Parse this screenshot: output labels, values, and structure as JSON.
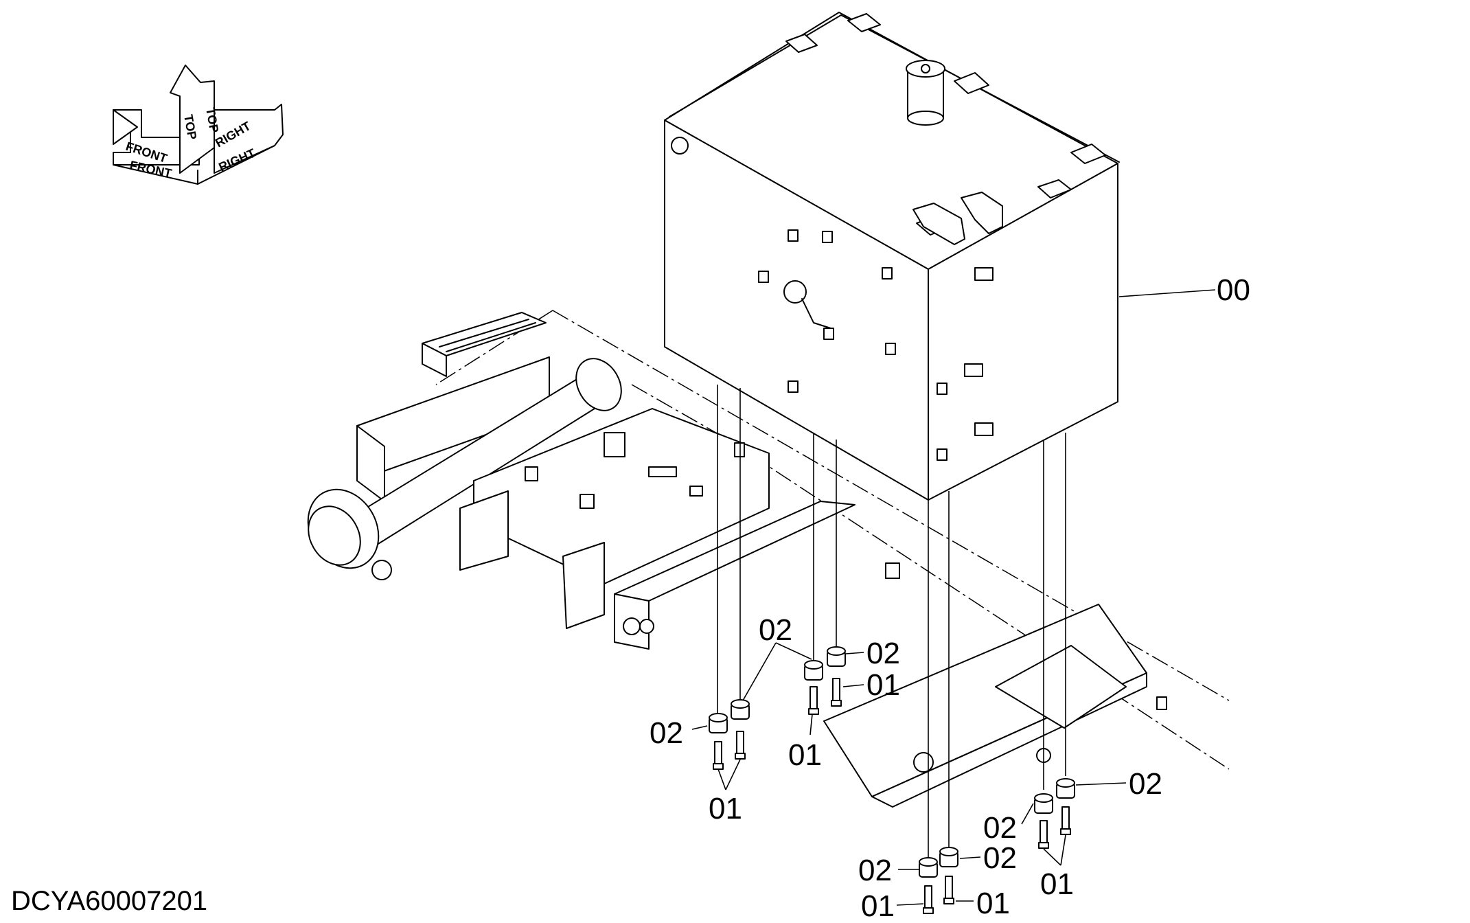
{
  "drawing_id": "DCYA60007201",
  "orientation": {
    "front": "FRONT",
    "top": "TOP",
    "right": "RIGHT"
  },
  "callouts": {
    "tank": "00",
    "bolt": "01",
    "spacer": "02"
  }
}
